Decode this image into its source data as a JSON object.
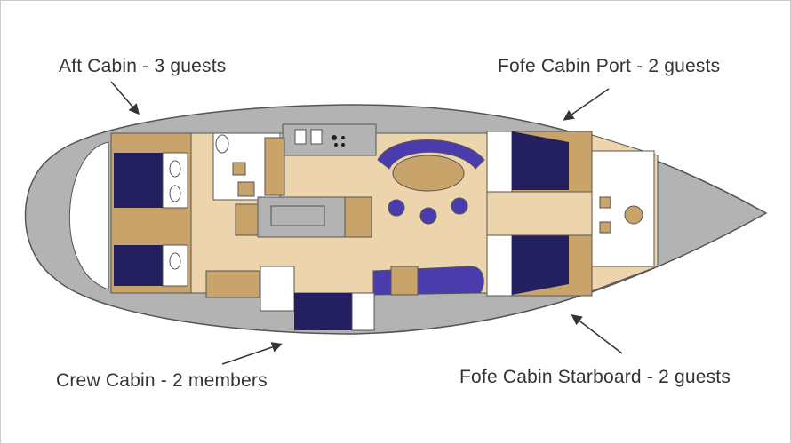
{
  "labels": {
    "aft_cabin": "Aft Cabin - 3 guests",
    "fore_port": "Fofe Cabin Port - 2 guests",
    "crew_cabin": "Crew Cabin - 2 members",
    "fore_starboard": "Fofe Cabin Starboard - 2 guests"
  },
  "colors": {
    "hull": "#b3b3b3",
    "wood": "#c9a46a",
    "floor": "#ecd5ac",
    "berth": "#241f5e",
    "upholstery": "#4a3cac"
  }
}
